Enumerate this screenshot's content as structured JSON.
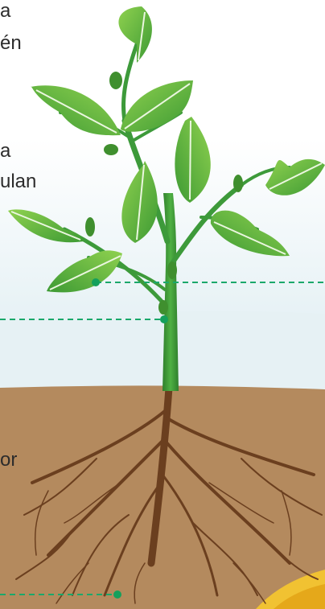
{
  "text_fragments": {
    "line1": "a",
    "line2": "én",
    "line3": "a",
    "line4": "ulan",
    "line5": "or"
  },
  "colors": {
    "sky": "#e9f4f7",
    "soil": "#b48a5e",
    "root": "#6b3f1f",
    "stem": "#3d9a3a",
    "leaf": "#6cc04a",
    "leaf_dark": "#3f8f2e",
    "dashed_line": "#1aa86b",
    "marker": "#14a05c",
    "seed": "#f1c232"
  },
  "icons": [
    "plant-illustration",
    "root-system",
    "leaf",
    "bud",
    "marker-dot"
  ]
}
